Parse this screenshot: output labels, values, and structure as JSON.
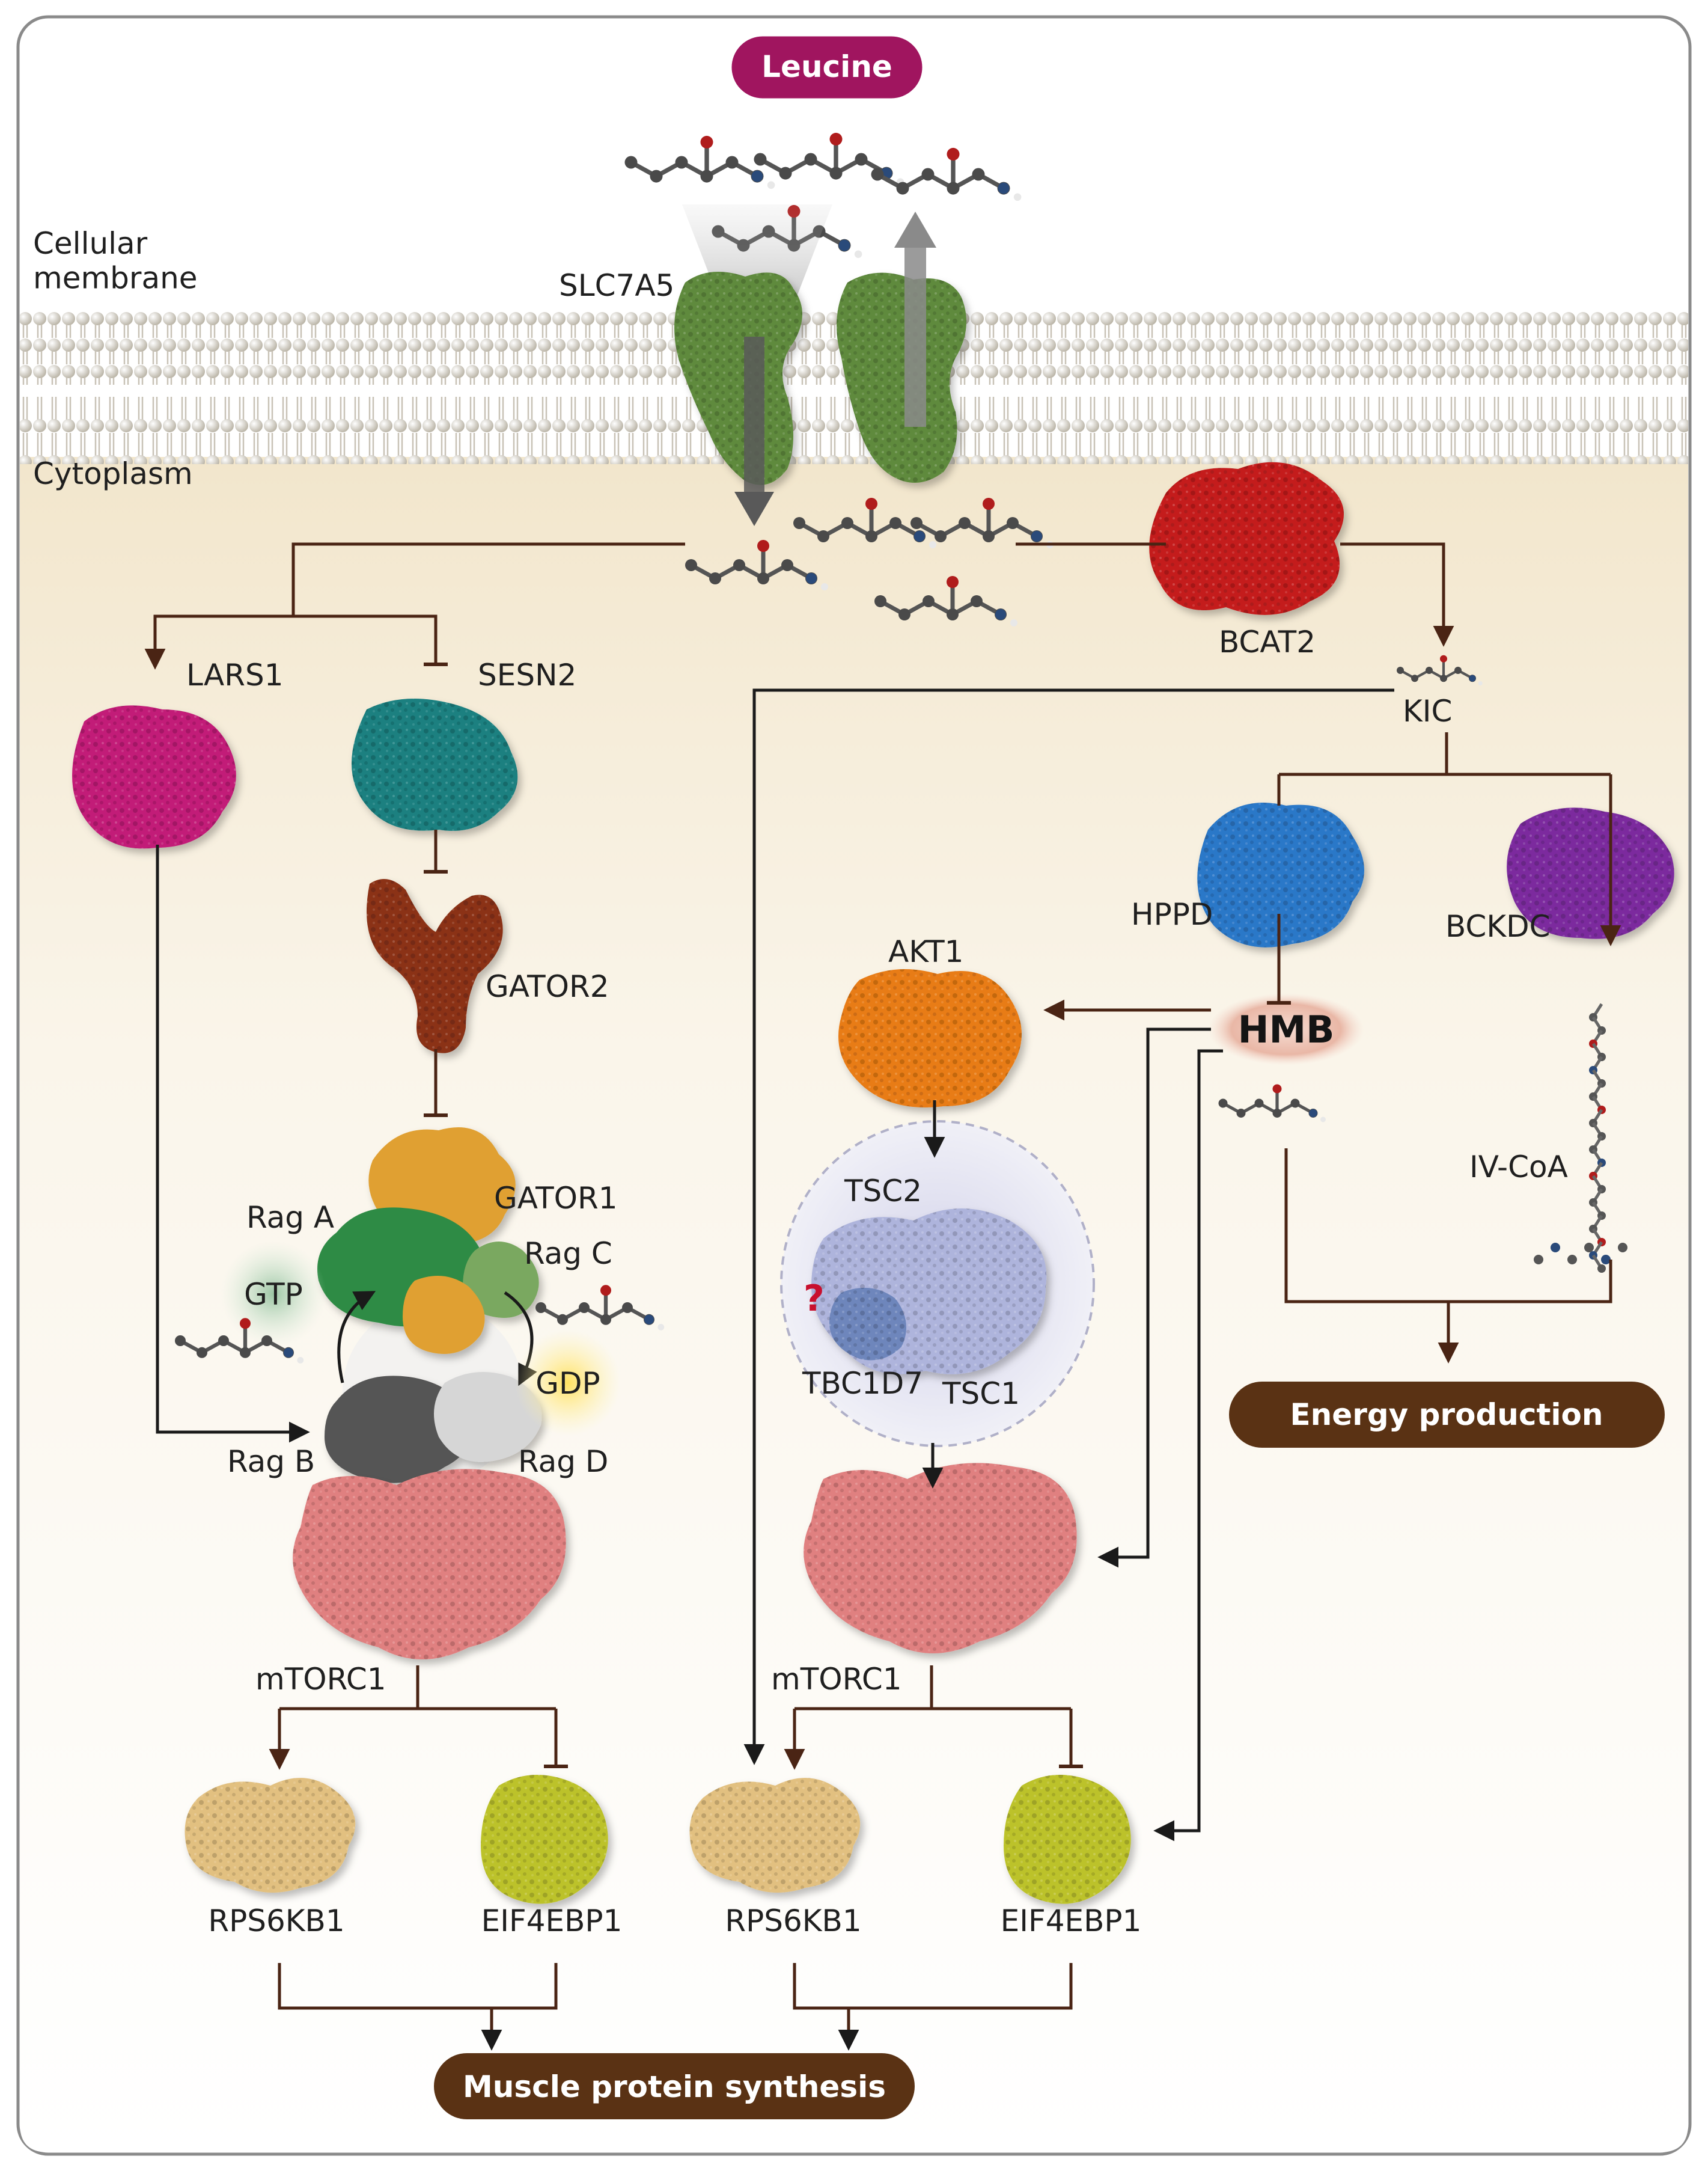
{
  "title": "Leucine",
  "regions": {
    "membrane": "Cellular\nmembrane",
    "cytoplasm": "Cytoplasm"
  },
  "proteins": {
    "slc7a5": "SLC7A5",
    "bcat2": "BCAT2",
    "lars1": "LARS1",
    "sesn2": "SESN2",
    "gator2": "GATOR2",
    "gator1": "GATOR1",
    "rag_a": "Rag A",
    "rag_b": "Rag B",
    "rag_c": "Rag C",
    "rag_d": "Rag D",
    "hppd": "HPPD",
    "bckdc": "BCKDC",
    "akt1": "AKT1",
    "tsc2": "TSC2",
    "tsc1": "TSC1",
    "tbc1d7": "TBC1D7",
    "mtorc1_left": "mTORC1",
    "mtorc1_right": "mTORC1",
    "rps6kb1_left": "RPS6KB1",
    "eif4ebp1_left": "EIF4EBP1",
    "rps6kb1_right": "RPS6KB1",
    "eif4ebp1_right": "EIF4EBP1"
  },
  "metabolites": {
    "kic": "KIC",
    "hmb": "HMB",
    "iv_coa": "IV-CoA",
    "gtp": "GTP",
    "gdp": "GDP",
    "unknown": "?"
  },
  "outcomes": {
    "energy": "Energy production",
    "muscle": "Muscle protein synthesis"
  },
  "colors": {
    "leucine_pill": "#a0155f",
    "outcome_pill": "#5a3214",
    "slc7a5": "#5f8a3e",
    "bcat2": "#c41e1e",
    "lars1": "#c21d78",
    "sesn2": "#1a8080",
    "gator2": "#8b3216",
    "gator1": "#e0a030",
    "rag_a": "#2e8b44",
    "rag_c": "#7aa860",
    "rag_b": "#555555",
    "rag_d": "#d6d6d6",
    "mtorc1": "#e08080",
    "hppd": "#2c78c8",
    "bckdc": "#7b2c9e",
    "akt1": "#e87b14",
    "tsc": "#aeb4dc",
    "rps6kb1": "#e2c080",
    "eif4ebp1": "#bcc22c"
  }
}
